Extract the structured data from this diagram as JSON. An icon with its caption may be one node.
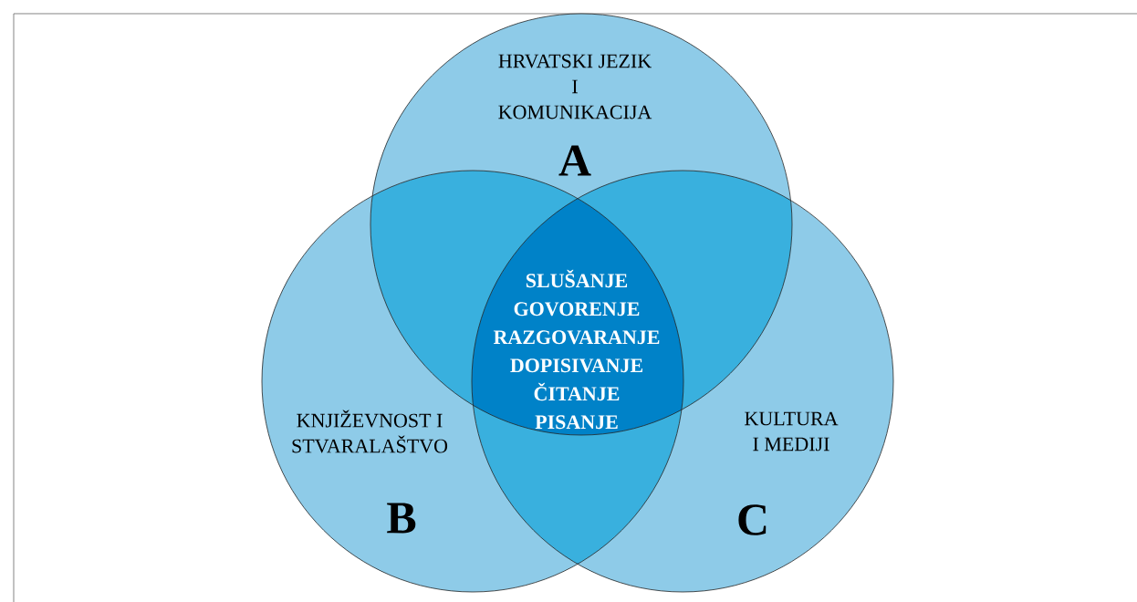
{
  "diagram": {
    "nodes": [
      {
        "text": [
          "HRVATSKI JEZIK I KOMUNIKACIJA",
          "A"
        ]
      },
      {
        "text": [
          "KNJIŽEVNOST I STVARALAŠTVO",
          "B"
        ]
      },
      {
        "text": [
          "KULTURA I MEDIJI",
          "C"
        ]
      },
      {
        "text": [
          "SLUŠANJE",
          "GOVORENJE",
          "RAZGOVARANJE",
          "DOPISIVANJE",
          "ČITANJE",
          "PISANJE"
        ]
      }
    ]
  }
}
